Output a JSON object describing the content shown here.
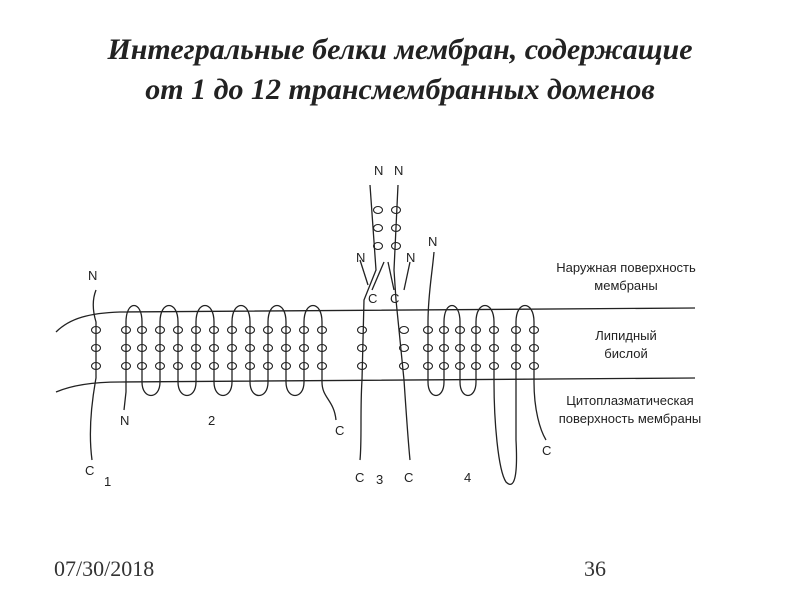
{
  "title": {
    "line1": "Интегральные белки мембран, содержащие",
    "line2": "от 1 до 12 трансмембранных доменов"
  },
  "diagram": {
    "labels": {
      "outer_surface_1": "Наружная поверхность",
      "outer_surface_2": "мембраны",
      "lipid_1": "Липидный",
      "lipid_2": "бислой",
      "cyto_1": "Цитоплазматическая",
      "cyto_2": "поверхность мембраны"
    },
    "protein_numbers": [
      "1",
      "2",
      "3",
      "4"
    ],
    "terminals": {
      "p1_n": "N",
      "p1_c": "C",
      "p2_n": "N",
      "p2_c": "C",
      "p3_n_top_left": "N",
      "p3_n_top_right": "N",
      "p3_n_left": "N",
      "p3_n_right": "N",
      "p3_c_top_left": "C",
      "p3_c_top_right": "C",
      "p3_c_bottom_left": "C",
      "p3_c_bottom_right": "C",
      "p4_n": "N",
      "p4_c": "C"
    }
  },
  "footer": {
    "date": "07/30/2018",
    "page": "36"
  }
}
